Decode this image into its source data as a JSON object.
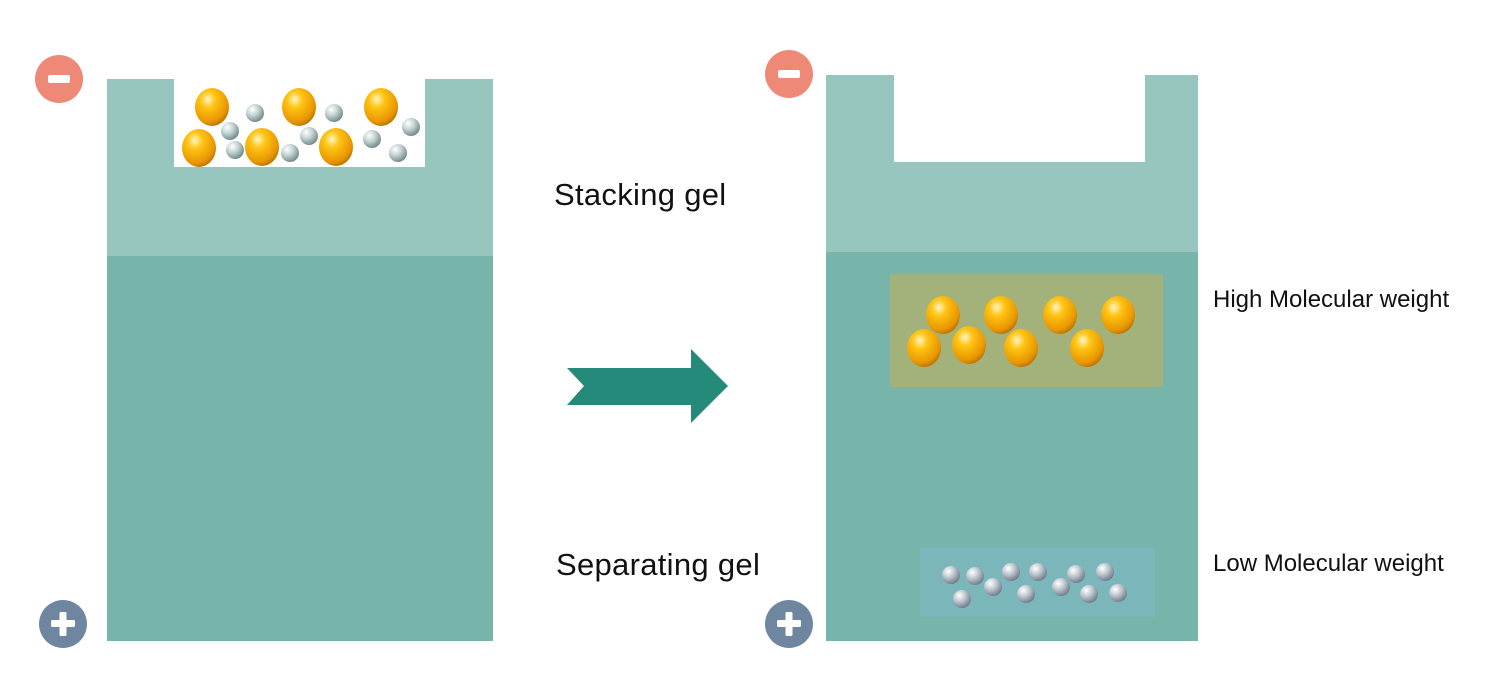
{
  "labels": {
    "stacking": "Stacking gel",
    "separating": "Separating gel",
    "high": "High Molecular weight",
    "low": "Low Molecular weight"
  },
  "colors": {
    "stacking_gel": "#97c6be",
    "separating_gel": "#77b5aa",
    "high_band": "#a3b17a",
    "low_band": "#7ab6ba",
    "arrow": "#258a7a",
    "negative_electrode": "#ee8977",
    "positive_electrode": "#6f86a1",
    "large_protein": "#f2a400",
    "small_protein": "#b2c8c8"
  },
  "icons": {
    "negative": "minus-icon",
    "positive": "plus-icon",
    "arrow": "arrow-right-icon"
  }
}
